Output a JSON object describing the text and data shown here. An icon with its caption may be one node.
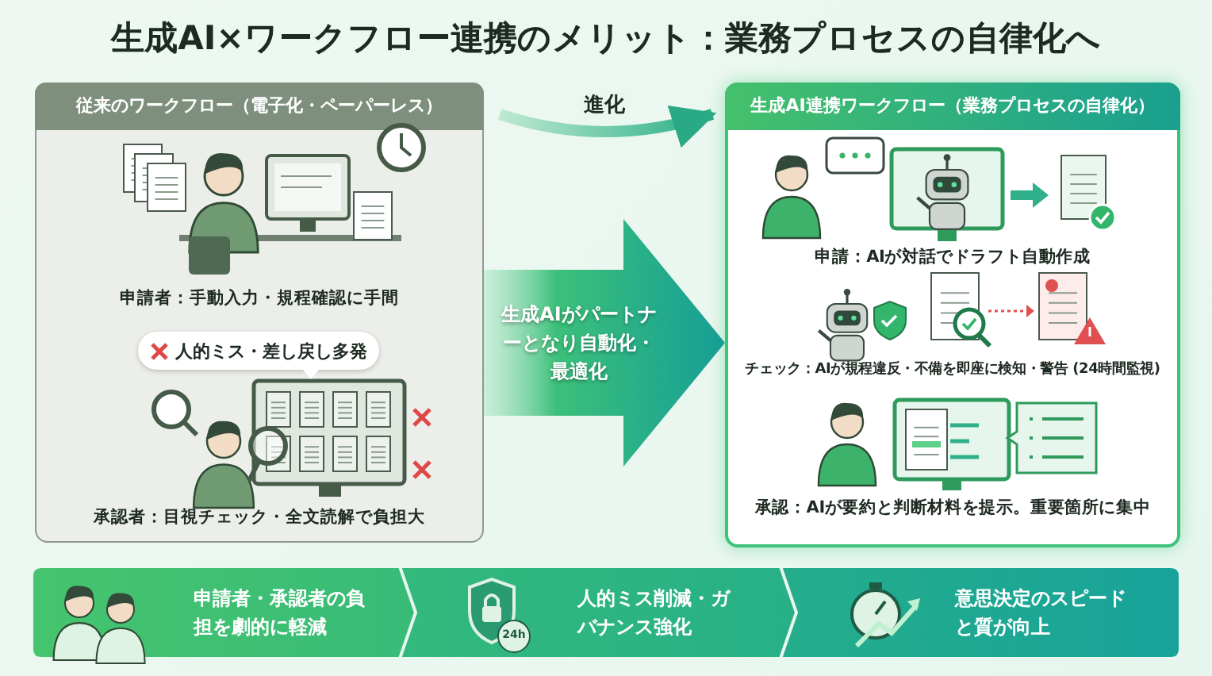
{
  "diagram": {
    "title": "生成AI×ワークフロー連携のメリット：業務プロセスの自律化へ",
    "nodes": [
      {
        "text": [
          "従来のワークフロー（電子化・ペーパーレス）",
          "申請者：手動入力・規程確認に手間",
          "承認者：目視チェック・全文読解で負担大"
        ]
      },
      {
        "text": [
          "人的ミス・差し戻し多発"
        ],
        "in": 0
      },
      {
        "text": [
          "生成AI連携ワークフロー（業務プロセスの自律化）",
          "申請：AIが対話でドラフト自動作成",
          "チェック：AIが規程違反・不備を即座に検知・警告 (24時間監視)",
          "承認：AIが要約と判断材料を提示。重要箇所に集中"
        ]
      },
      {
        "text": [
          "申請者・承認者の負担を劇的に軽減"
        ]
      },
      {
        "text": [
          "人的ミス削減・ガバナンス強化"
        ]
      },
      {
        "text": [
          "意思決定のスピードと質が向上"
        ]
      }
    ],
    "edges": [
      {
        "from": 0,
        "to": 2,
        "arrow": "to",
        "label": "進化"
      },
      {
        "from": 0,
        "to": 2,
        "arrow": "to",
        "label": "生成AIがパートナーとなり自動化・最適化",
        "style": "thick"
      }
    ],
    "labels": [
      "24h"
    ]
  }
}
